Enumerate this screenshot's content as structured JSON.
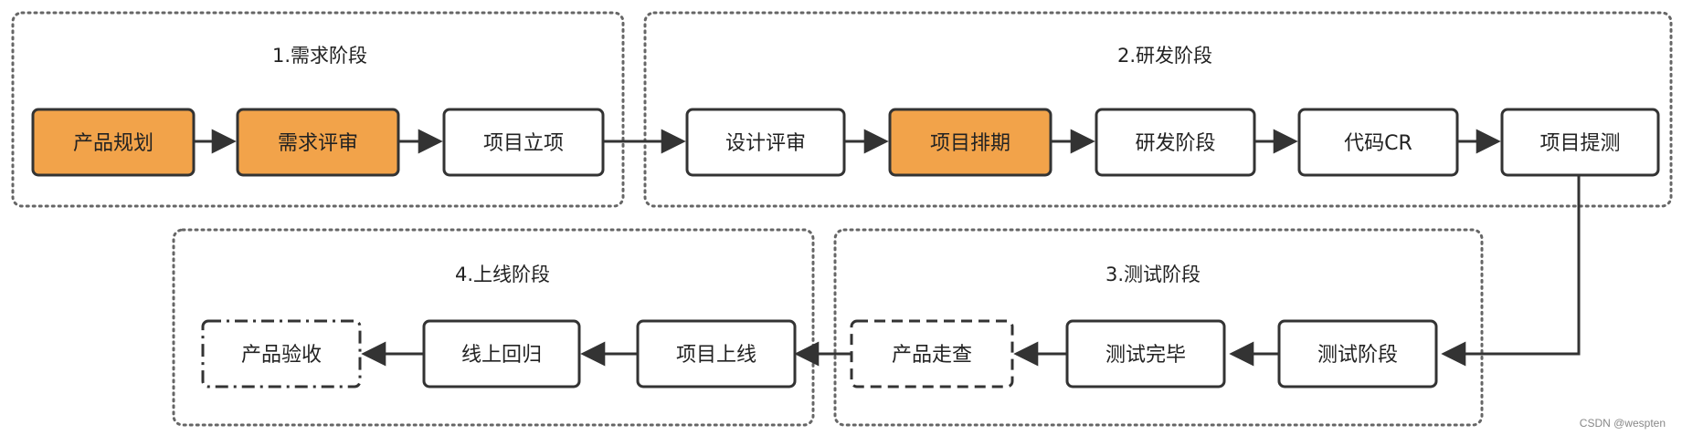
{
  "colors": {
    "highlight_fill": "#F2A34A",
    "node_fill": "#FFFFFF",
    "stroke": "#333333",
    "stage_border": "#666666"
  },
  "stages": [
    {
      "id": "s1",
      "title": "1.需求阶段"
    },
    {
      "id": "s2",
      "title": "2.研发阶段"
    },
    {
      "id": "s3",
      "title": "3.测试阶段"
    },
    {
      "id": "s4",
      "title": "4.上线阶段"
    }
  ],
  "nodes": [
    {
      "id": "n1",
      "label": "产品规划",
      "highlight": true,
      "border": "solid"
    },
    {
      "id": "n2",
      "label": "需求评审",
      "highlight": true,
      "border": "solid"
    },
    {
      "id": "n3",
      "label": "项目立项",
      "highlight": false,
      "border": "solid"
    },
    {
      "id": "n4",
      "label": "设计评审",
      "highlight": false,
      "border": "solid"
    },
    {
      "id": "n5",
      "label": "项目排期",
      "highlight": true,
      "border": "solid"
    },
    {
      "id": "n6",
      "label": "研发阶段",
      "highlight": false,
      "border": "solid"
    },
    {
      "id": "n7",
      "label": "代码CR",
      "highlight": false,
      "border": "solid"
    },
    {
      "id": "n8",
      "label": "项目提测",
      "highlight": false,
      "border": "solid"
    },
    {
      "id": "n9",
      "label": "测试阶段",
      "highlight": false,
      "border": "solid"
    },
    {
      "id": "n10",
      "label": "测试完毕",
      "highlight": false,
      "border": "solid"
    },
    {
      "id": "n11",
      "label": "产品走查",
      "highlight": false,
      "border": "dashed"
    },
    {
      "id": "n12",
      "label": "项目上线",
      "highlight": false,
      "border": "solid"
    },
    {
      "id": "n13",
      "label": "线上回归",
      "highlight": false,
      "border": "solid"
    },
    {
      "id": "n14",
      "label": "产品验收",
      "highlight": false,
      "border": "dashdot"
    }
  ],
  "watermark": "CSDN @wespten"
}
